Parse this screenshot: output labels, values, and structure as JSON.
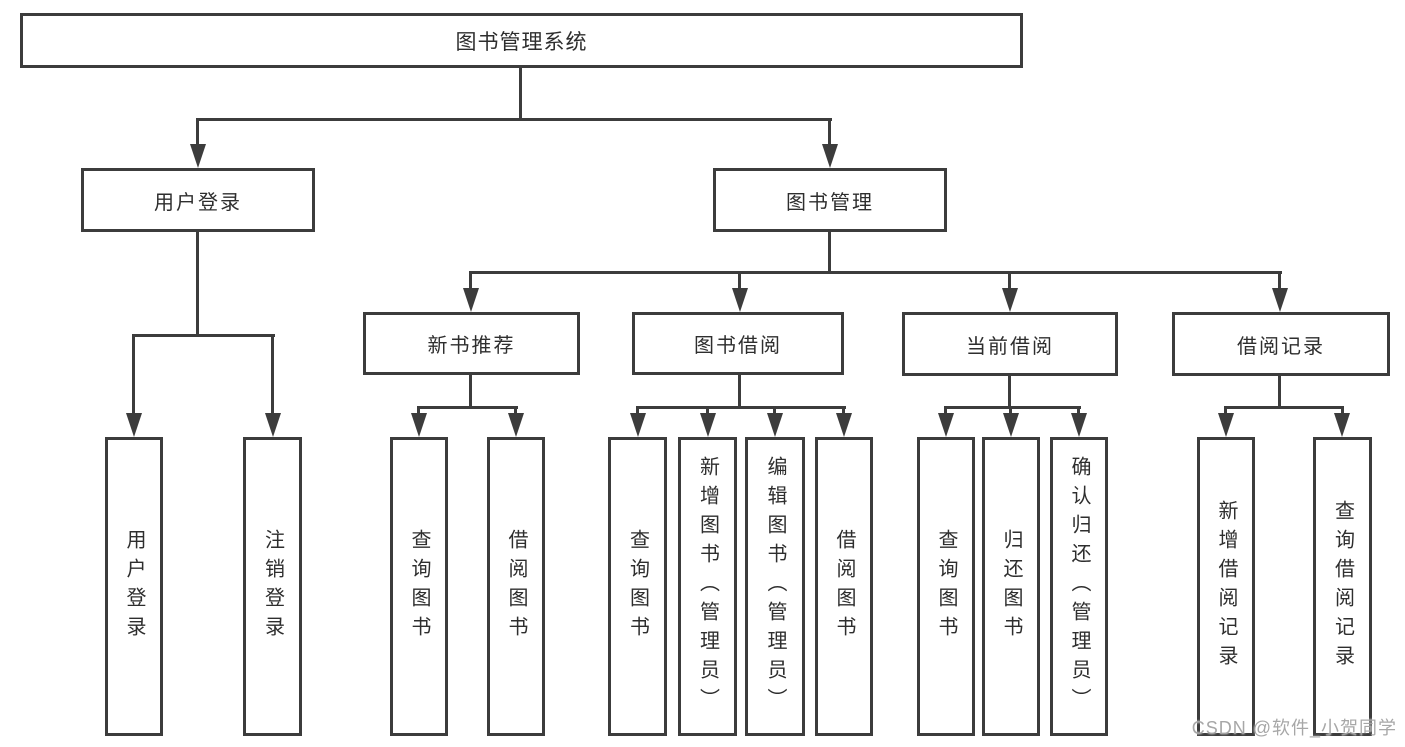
{
  "tree": {
    "root": {
      "label": "图书管理系统"
    },
    "children": [
      {
        "label": "用户登录",
        "children": [
          {
            "label": "用户登录"
          },
          {
            "label": "注销登录"
          }
        ]
      },
      {
        "label": "图书管理",
        "children": [
          {
            "label": "新书推荐",
            "children": [
              {
                "label": "查询图书"
              },
              {
                "label": "借阅图书"
              }
            ]
          },
          {
            "label": "图书借阅",
            "children": [
              {
                "label": "查询图书"
              },
              {
                "label": "新增图书（管理员）"
              },
              {
                "label": "编辑图书（管理员）"
              },
              {
                "label": "借阅图书"
              }
            ]
          },
          {
            "label": "当前借阅",
            "children": [
              {
                "label": "查询图书"
              },
              {
                "label": "归还图书"
              },
              {
                "label": "确认归还（管理员）"
              }
            ]
          },
          {
            "label": "借阅记录",
            "children": [
              {
                "label": "新增借阅记录"
              },
              {
                "label": "查询借阅记录"
              }
            ]
          }
        ]
      }
    ]
  },
  "watermark": {
    "text": "CSDN @软件_小贺同学"
  }
}
